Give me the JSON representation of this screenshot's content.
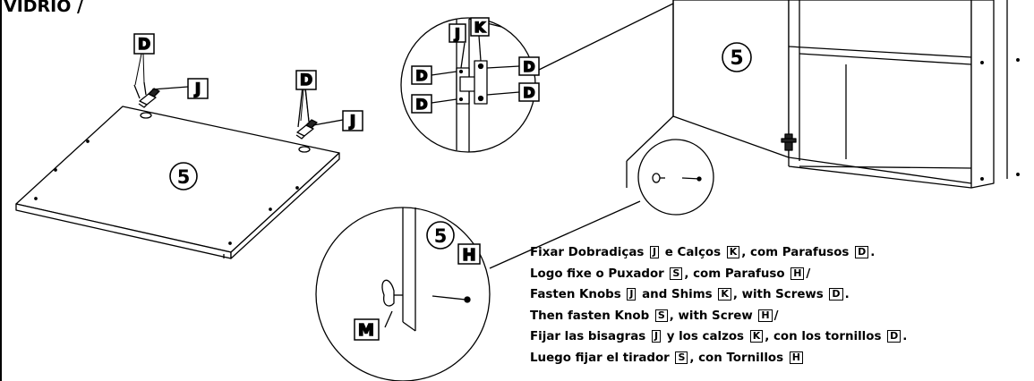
{
  "header": {
    "title": "VIDRIO /"
  },
  "callouts": {
    "D": "D",
    "J": "J",
    "K": "K",
    "H": "H",
    "M": "M",
    "panel_number": "5"
  },
  "instructions": [
    [
      {
        "t": "Fixar Dobradiças "
      },
      {
        "tag": "J"
      },
      {
        "t": " e Calços "
      },
      {
        "tag": "K"
      },
      {
        "t": ", com Parafusos "
      },
      {
        "tag": "D"
      },
      {
        "t": "."
      }
    ],
    [
      {
        "t": "Logo fixe o Puxador "
      },
      {
        "tag": "S"
      },
      {
        "t": ", com Parafuso "
      },
      {
        "tag": "H"
      },
      {
        "t": "/"
      }
    ],
    [
      {
        "t": "Fasten Knobs "
      },
      {
        "tag": "J"
      },
      {
        "t": " and Shims "
      },
      {
        "tag": "K"
      },
      {
        "t": ", with Screws "
      },
      {
        "tag": "D"
      },
      {
        "t": "."
      }
    ],
    [
      {
        "t": "Then fasten Knob "
      },
      {
        "tag": "S"
      },
      {
        "t": ", with Screw "
      },
      {
        "tag": "H"
      },
      {
        "t": "/"
      }
    ],
    [
      {
        "t": "Fijar las bisagras "
      },
      {
        "tag": "J"
      },
      {
        "t": " y los calzos "
      },
      {
        "tag": "K"
      },
      {
        "t": ", con los tornillos "
      },
      {
        "tag": "D"
      },
      {
        "t": "."
      }
    ],
    [
      {
        "t": "Luego fijar el tirador "
      },
      {
        "tag": "S"
      },
      {
        "t": ", con Tornillos "
      },
      {
        "tag": "H"
      }
    ]
  ]
}
